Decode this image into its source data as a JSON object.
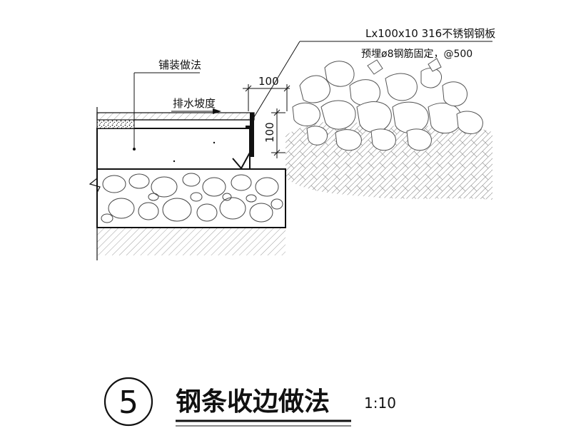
{
  "annotations": {
    "plate_spec": "Lx100x10 316不锈钢钢板",
    "anchor_spec": "预埋ø8钢筋固定，@500",
    "paving": "铺装做法",
    "drainage": "排水坡度",
    "dim_width": "100",
    "dim_height": "100"
  },
  "title": {
    "number": "5",
    "text": "钢条收边做法",
    "scale": "1:10"
  },
  "colors": {
    "ink": "#111111",
    "hatch": "#777777",
    "background": "#ffffff"
  },
  "icons": {
    "detail_marker": "circle-number",
    "vegetation": "plant-leaves"
  }
}
